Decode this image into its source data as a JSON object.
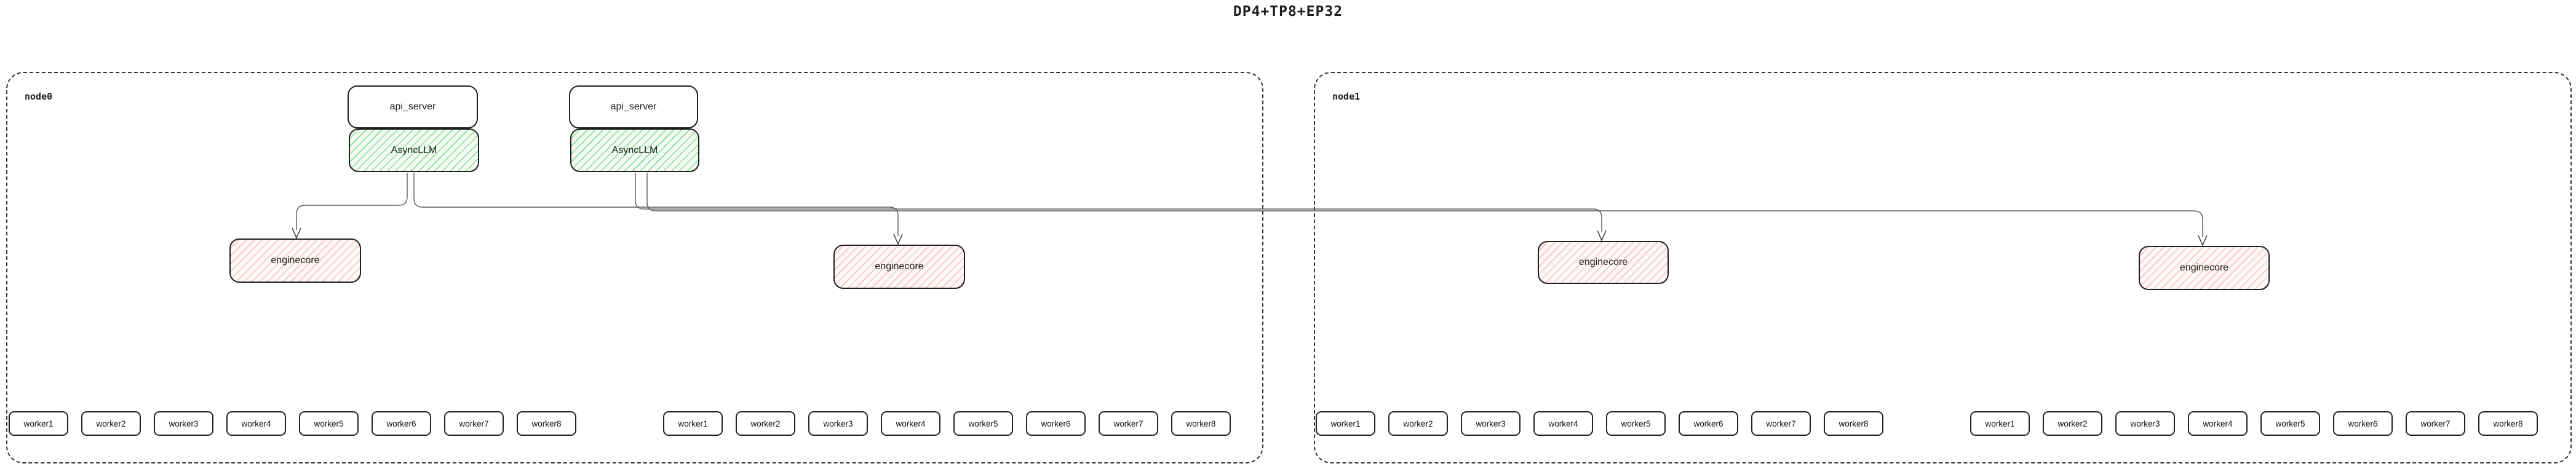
{
  "title": "DP4+TP8+EP32",
  "colors": {
    "edge": "#5a5a5a",
    "green-bg": "#f1fbf2",
    "green-stripe": "#8ad996",
    "red-bg": "#fdf7f7",
    "red-stripe": "#f2b9b9"
  },
  "nodes": [
    {
      "label": "node0",
      "api_servers": [
        {
          "api_server_label": "api_server",
          "asyncllm_label": "AsyncLLM"
        },
        {
          "api_server_label": "api_server",
          "asyncllm_label": "AsyncLLM"
        }
      ],
      "enginecores": [
        {
          "label": "enginecore"
        },
        {
          "label": "enginecore"
        }
      ],
      "worker_groups": [
        {
          "workers": [
            "worker1",
            "worker2",
            "worker3",
            "worker4",
            "worker5",
            "worker6",
            "worker7",
            "worker8"
          ]
        },
        {
          "workers": [
            "worker1",
            "worker2",
            "worker3",
            "worker4",
            "worker5",
            "worker6",
            "worker7",
            "worker8"
          ]
        }
      ]
    },
    {
      "label": "node1",
      "enginecores": [
        {
          "label": "enginecore"
        },
        {
          "label": "enginecore"
        }
      ],
      "worker_groups": [
        {
          "workers": [
            "worker1",
            "worker2",
            "worker3",
            "worker4",
            "worker5",
            "worker6",
            "worker7",
            "worker8"
          ]
        },
        {
          "workers": [
            "worker1",
            "worker2",
            "worker3",
            "worker4",
            "worker5",
            "worker6",
            "worker7",
            "worker8"
          ]
        }
      ]
    }
  ]
}
